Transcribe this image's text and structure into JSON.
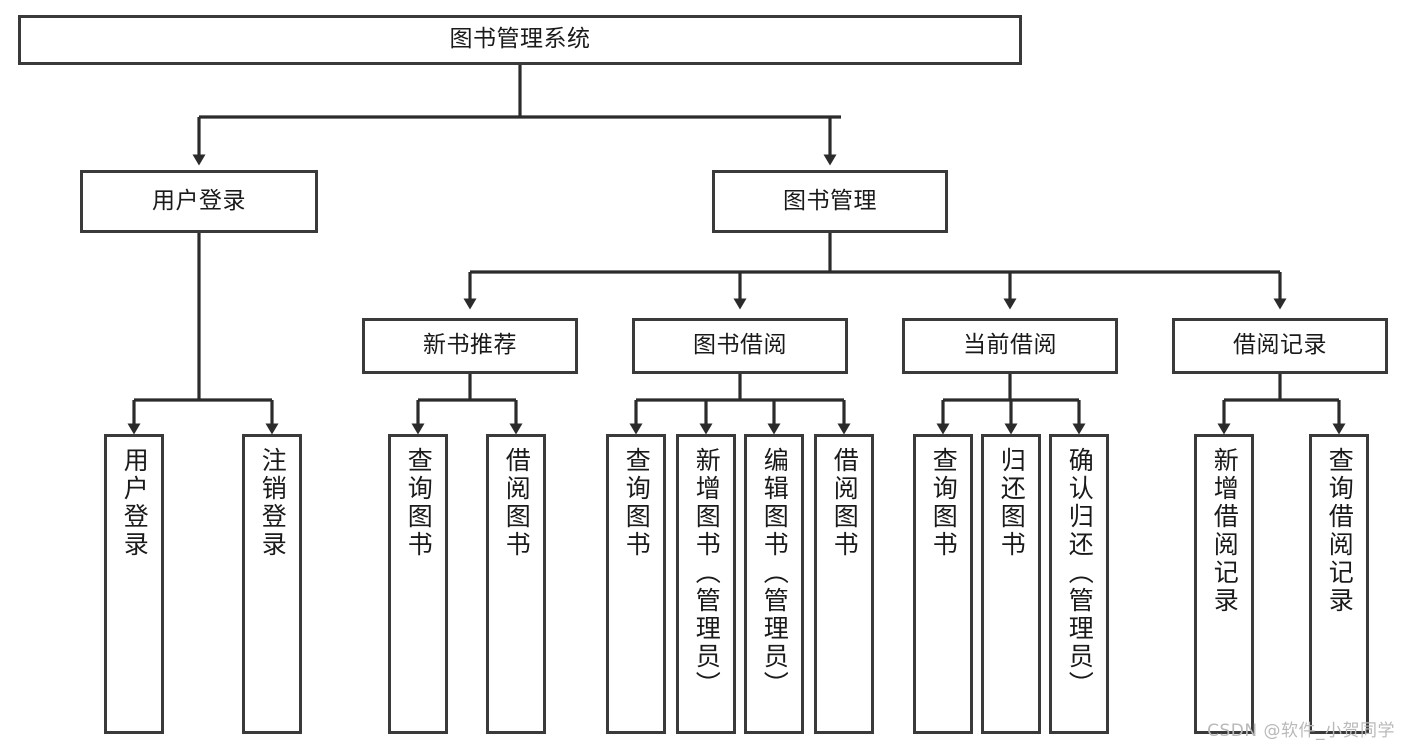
{
  "diagram": {
    "title": "图书管理系统",
    "type": "tree-hierarchy-diagram",
    "colors": {
      "box_border": "#3a3a3a",
      "box_fill": "#ffffff",
      "text": "#1a1a1a",
      "connector": "#2b2b2b",
      "watermark": "#b9b9b9"
    },
    "levels": [
      {
        "level": 1,
        "labels": [
          "图书管理系统"
        ]
      },
      {
        "level": 2,
        "labels": [
          "用户登录",
          "图书管理"
        ]
      },
      {
        "level": 3,
        "labels": [
          "新书推荐",
          "图书借阅",
          "当前借阅",
          "借阅记录"
        ]
      },
      {
        "level": 4,
        "labels": [
          "用户登录",
          "注销登录",
          "查询图书",
          "借阅图书",
          "查询图书",
          "新增图书（管理员）",
          "编辑图书（管理员）",
          "借阅图书",
          "查询图书",
          "归还图书",
          "确认归还（管理员）",
          "新增借阅记录",
          "查询借阅记录"
        ]
      }
    ]
  },
  "nodes": {
    "root": {
      "label": "图书管理系统"
    },
    "user_login": {
      "label": "用户登录"
    },
    "book_manage": {
      "label": "图书管理"
    },
    "new_book_rec": {
      "label": "新书推荐"
    },
    "book_borrow": {
      "label": "图书借阅"
    },
    "current_borrow": {
      "label": "当前借阅"
    },
    "borrow_record": {
      "label": "借阅记录"
    },
    "leaf_user_login": {
      "label": "用户登录"
    },
    "leaf_user_logout": {
      "label": "注销登录"
    },
    "leaf_query_book_1": {
      "label": "查询图书"
    },
    "leaf_borrow_book_1": {
      "label": "借阅图书"
    },
    "leaf_query_book_2": {
      "label": "查询图书"
    },
    "leaf_add_book": {
      "label": "新增图书（管理员）"
    },
    "leaf_edit_book": {
      "label": "编辑图书（管理员）"
    },
    "leaf_borrow_book_2": {
      "label": "借阅图书"
    },
    "leaf_query_book_3": {
      "label": "查询图书"
    },
    "leaf_return_book": {
      "label": "归还图书"
    },
    "leaf_confirm_return": {
      "label": "确认归还（管理员）"
    },
    "leaf_add_record": {
      "label": "新增借阅记录"
    },
    "leaf_query_record": {
      "label": "查询借阅记录"
    }
  },
  "watermark": {
    "text": "CSDN @软件_小贺同学"
  }
}
